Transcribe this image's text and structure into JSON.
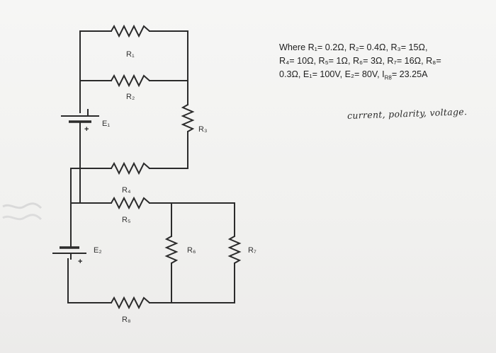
{
  "given_values": {
    "line1": "Where R₁= 0.2Ω, R₂= 0.4Ω, R₃= 15Ω,",
    "line2": "R₄= 10Ω, R₅= 1Ω, R₆= 3Ω, R₇= 16Ω, R₈=",
    "line3": "0.3Ω, E₁= 100V, E₂= 80V, I",
    "i_subscript": "R8",
    "line3_end": "= 23.25A"
  },
  "handwritten_note": "current, polarity, voltage.",
  "labels": {
    "r1": "R₁",
    "r2": "R₂",
    "r3": "R₃",
    "r4": "R₄",
    "r5": "R₅",
    "r6": "R₆",
    "r7": "R₇",
    "r8": "R₈",
    "e1": "E₁",
    "e2": "E₂",
    "e1_plus": "+",
    "e2_plus": "+"
  }
}
